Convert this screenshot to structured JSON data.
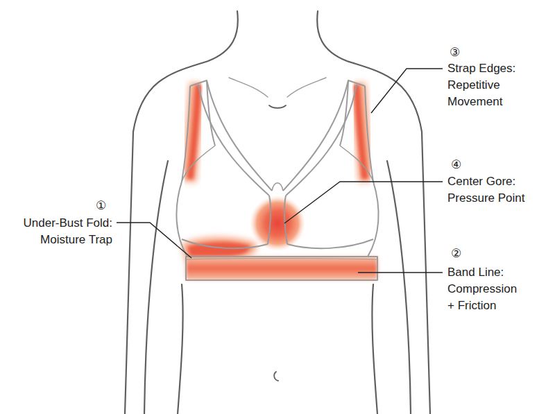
{
  "diagram": {
    "labels": [
      "③",
      "Strap Edges: Repetitive Movement",
      "④",
      "Center Gore: Pressure Point",
      "①",
      "Under-Bust Fold: Moisture Trap",
      "②",
      "Band Line: Compression + Friction"
    ]
  }
}
